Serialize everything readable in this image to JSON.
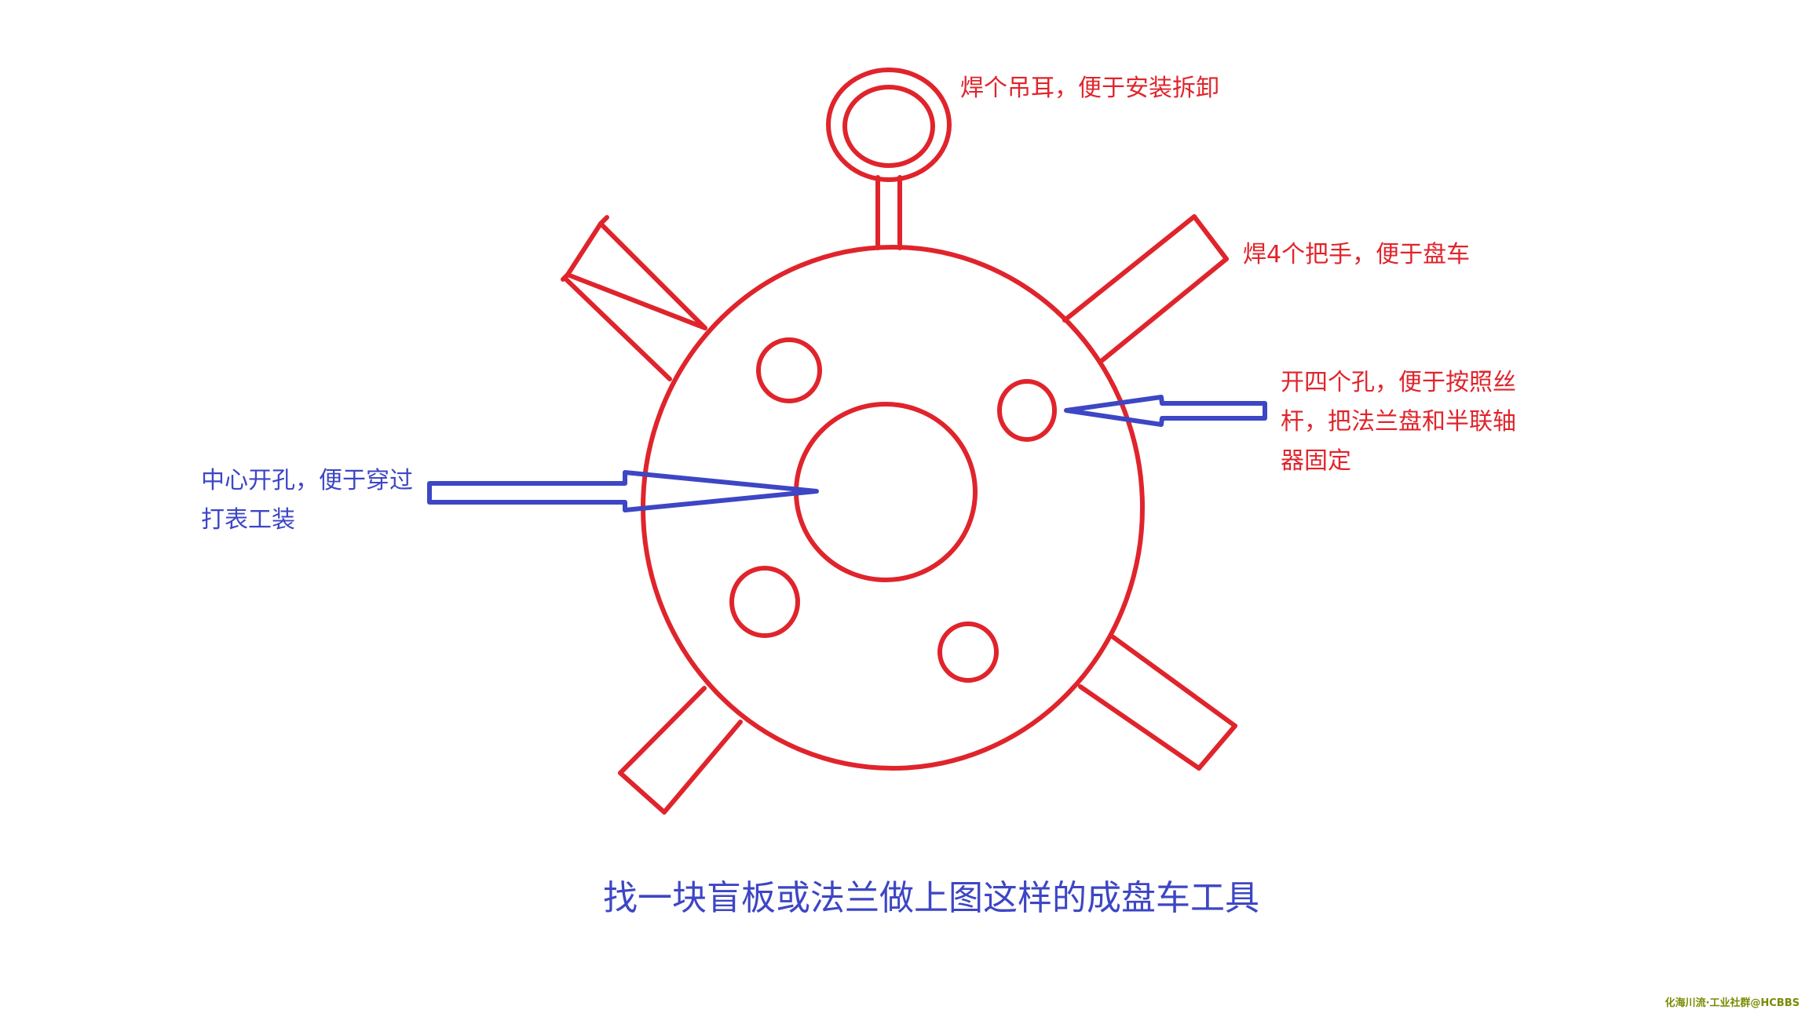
{
  "colors": {
    "drawing": "#e0242c",
    "arrow": "#3d46c4",
    "blue_text": "#3d46c4",
    "red_text": "#e0242c",
    "watermark": "#7a8a00"
  },
  "annotations": {
    "lifting_eye": "焊个吊耳，便于安装拆卸",
    "handles": "焊4个把手，便于盘车",
    "bolt_holes": {
      "line1": "开四个孔，便于按照丝",
      "line2": "杆，把法兰盘和半联轴",
      "line3": "器固定"
    },
    "center_hole": {
      "line1": "中心开孔，便于穿过",
      "line2": "打表工装"
    }
  },
  "caption": "找一块盲板或法兰做上图这样的成盘车工具",
  "watermark": "化海川流·工业社群@HCBBS"
}
